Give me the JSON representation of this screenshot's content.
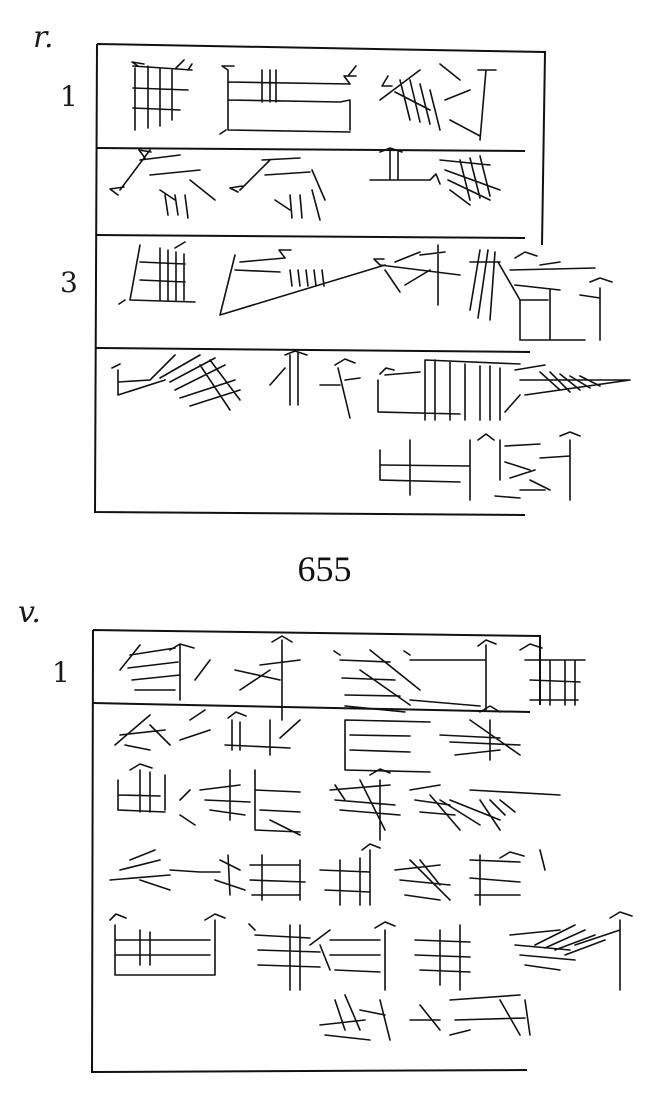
{
  "obverse": {
    "side_label": "r.",
    "line_numbers": [
      "1",
      "3"
    ]
  },
  "plate_number": "655",
  "reverse": {
    "side_label": "v.",
    "line_numbers": [
      "1"
    ]
  }
}
